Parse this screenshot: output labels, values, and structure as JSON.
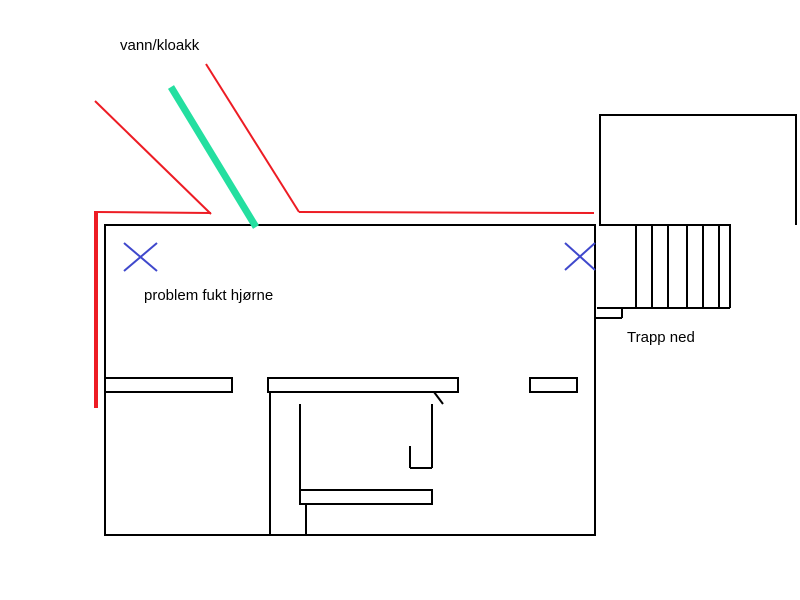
{
  "canvas": {
    "background": "#ffffff"
  },
  "colors": {
    "wall": "#000000",
    "pipe_red": "#ED1C24",
    "pipe_green": "#24DFA0",
    "marker_blue": "#3F48CC"
  },
  "labels": {
    "pipes": "vann/kloakk",
    "moisture_problem": "problem fukt hjørne",
    "stairs": "Trapp ned"
  },
  "markers": {
    "symbol": "X",
    "count": 2
  }
}
